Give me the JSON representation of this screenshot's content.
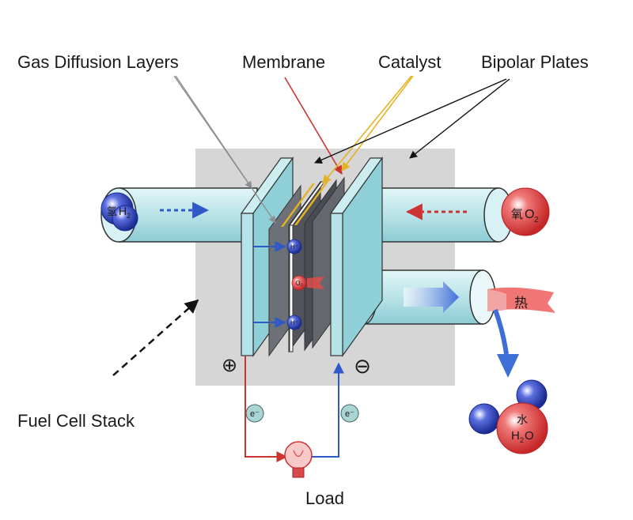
{
  "labels": {
    "gas_diffusion_layers": "Gas Diffusion Layers",
    "membrane": "Membrane",
    "catalyst": "Catalyst",
    "bipolar_plates": "Bipolar Plates",
    "fuel_cell_stack": "Fuel Cell Stack",
    "load": "Load"
  },
  "molecules": {
    "hydrogen": {
      "char": "氢",
      "formula": "H",
      "sub": "2"
    },
    "oxygen": {
      "char": "氧",
      "formula": "O",
      "sub": "2"
    },
    "water": {
      "char": "水",
      "formula_h": "H",
      "sub": "2",
      "formula_o": "O"
    }
  },
  "heat": {
    "char": "热"
  },
  "ions": {
    "proton_top": "H⁺",
    "proton_bottom": "H⁺",
    "oxygen_ion": "O₂"
  },
  "electrons": {
    "left": "e⁻",
    "right": "e⁻"
  },
  "terminals": {
    "positive": "⊕",
    "negative": "⊖"
  },
  "colors": {
    "pipe": "#bfe6ea",
    "plate": "#a8dce2",
    "membrane_dark": "#55575e",
    "stack_bg": "#d6d6d6",
    "hydrogen": "#2c40b8",
    "oxygen": "#e04b4b",
    "wire_blue": "#2f58c9",
    "wire_red": "#cc3333",
    "catalyst": "#e4b322"
  }
}
